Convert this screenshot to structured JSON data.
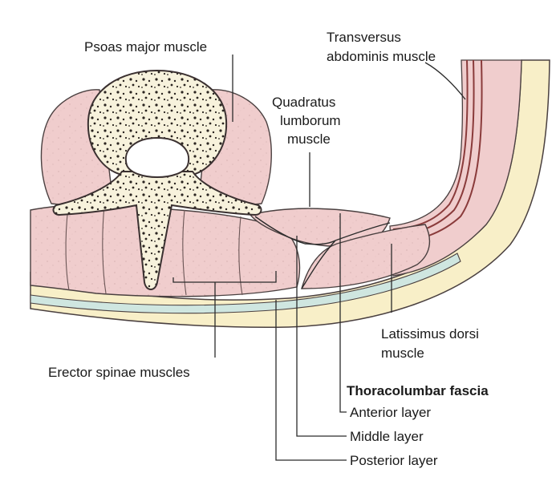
{
  "labels": {
    "psoas": "Psoas major muscle",
    "transversus_1": "Transversus",
    "transversus_2": "abdominis muscle",
    "quadratus_1": "Quadratus",
    "quadratus_2": "lumborum",
    "quadratus_3": "muscle",
    "latissimus_1": "Latissimus dorsi",
    "latissimus_2": "muscle",
    "erector": "Erector spinae muscles",
    "fascia_heading": "Thoracolumbar fascia",
    "anterior": "Anterior layer",
    "middle": "Middle layer",
    "posterior": "Posterior layer"
  },
  "colors": {
    "muscle": "#f0cdcd",
    "muscle_outline": "#4a4040",
    "bone": "#f7f2dc",
    "fat": "#f8efc8",
    "fascia": "#cfe6e0",
    "line": "#2b2b2b"
  }
}
